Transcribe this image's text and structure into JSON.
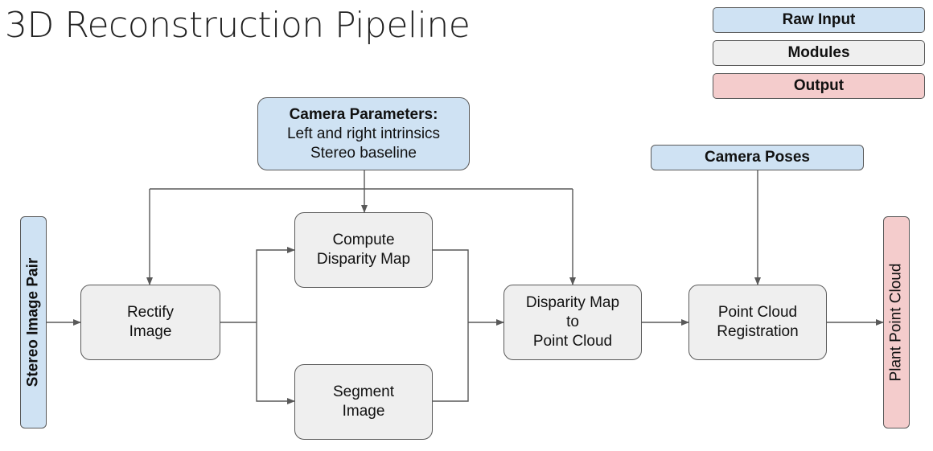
{
  "title": "3D Reconstruction Pipeline",
  "legend": {
    "raw_input": "Raw Input",
    "modules": "Modules",
    "output": "Output"
  },
  "nodes": {
    "camera_parameters": {
      "heading": "Camera Parameters:",
      "line1": "Left and right intrinsics",
      "line2": "Stereo baseline"
    },
    "camera_poses": "Camera Poses",
    "stereo_image_pair": "Stereo Image Pair",
    "rectify_image": {
      "line1": "Rectify",
      "line2": "Image"
    },
    "compute_disparity": {
      "line1": "Compute",
      "line2": "Disparity Map"
    },
    "segment_image": {
      "line1": "Segment",
      "line2": "Image"
    },
    "disparity_to_cloud": {
      "line1": "Disparity Map",
      "line2": "to",
      "line3": "Point Cloud"
    },
    "registration": {
      "line1": "Point Cloud",
      "line2": "Registration"
    },
    "plant_point_cloud": "Plant Point Cloud"
  },
  "colors": {
    "raw_input": "#cfe2f3",
    "modules": "#efefef",
    "output": "#f4cccc",
    "connector": "#595959"
  }
}
